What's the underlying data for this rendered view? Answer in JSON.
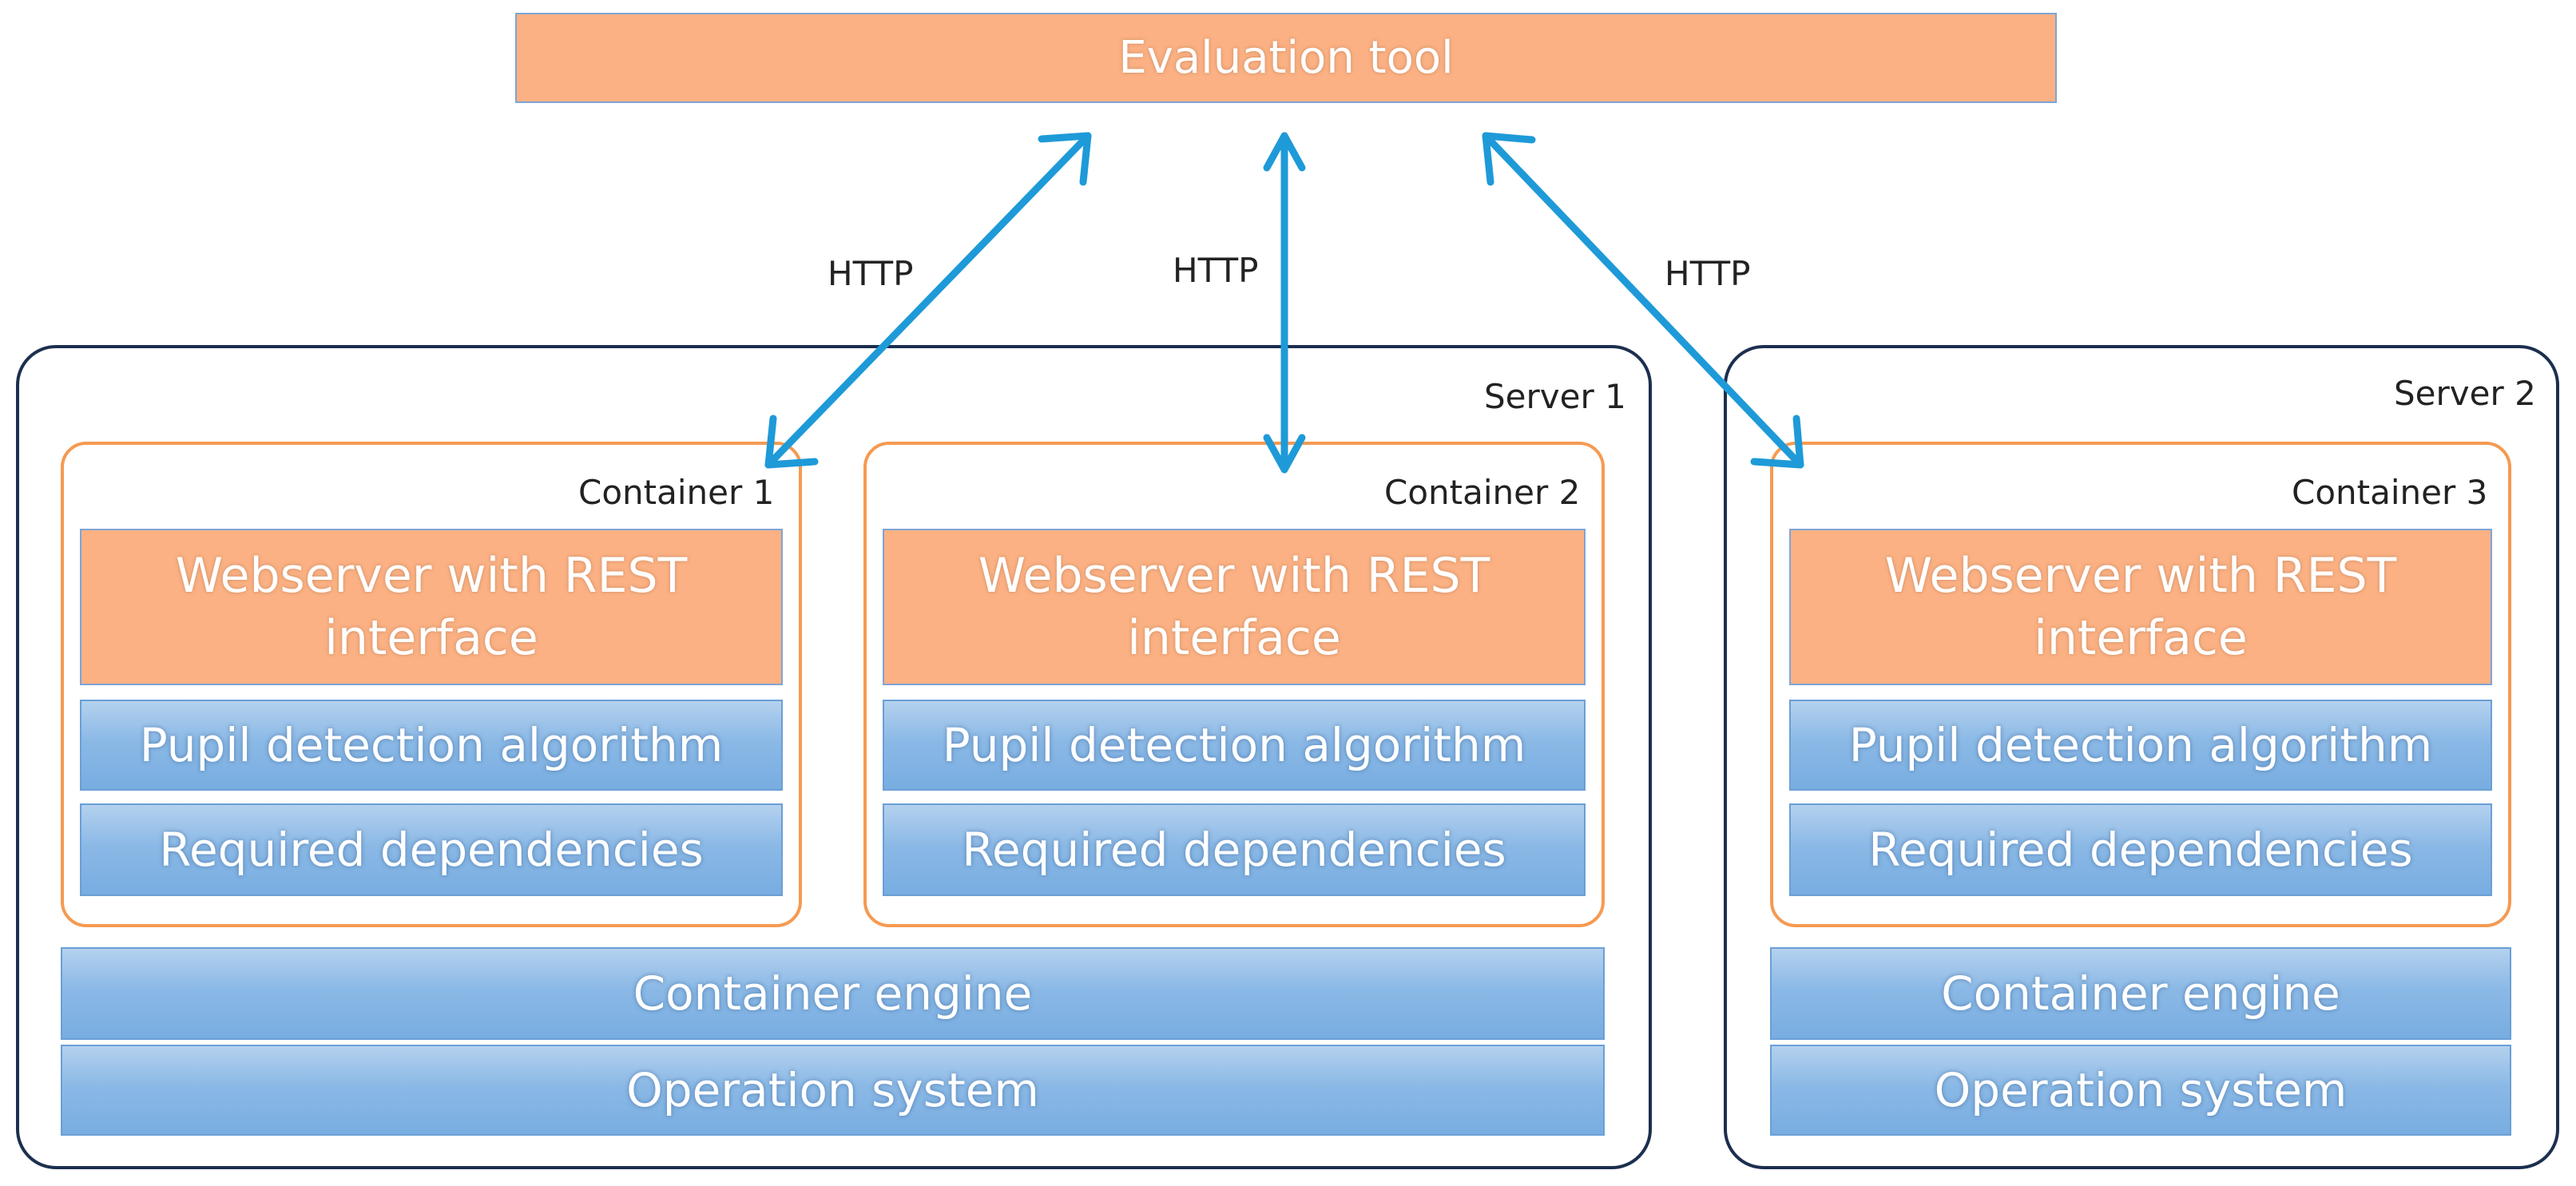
{
  "evaluation_tool": {
    "label": "Evaluation tool"
  },
  "protocol_labels": [
    "HTTP",
    "HTTP",
    "HTTP"
  ],
  "servers": [
    {
      "label": "Server 1",
      "engine": "Container engine",
      "os": "Operation system",
      "containers": [
        {
          "label": "Container 1",
          "webserver": "Webserver with REST interface",
          "algorithm": "Pupil detection algorithm",
          "dependencies": "Required dependencies"
        },
        {
          "label": "Container 2",
          "webserver": "Webserver with REST interface",
          "algorithm": "Pupil detection algorithm",
          "dependencies": "Required dependencies"
        }
      ]
    },
    {
      "label": "Server 2",
      "engine": "Container engine",
      "os": "Operation system",
      "containers": [
        {
          "label": "Container 3",
          "webserver": "Webserver with REST interface",
          "algorithm": "Pupil detection algorithm",
          "dependencies": "Required dependencies"
        }
      ]
    }
  ],
  "colors": {
    "component_orange": "#fbb183",
    "layer_blue": "#8bb9e6",
    "container_border": "#f59a52",
    "server_border": "#1c2f4f",
    "arrow": "#1e9ad8"
  }
}
